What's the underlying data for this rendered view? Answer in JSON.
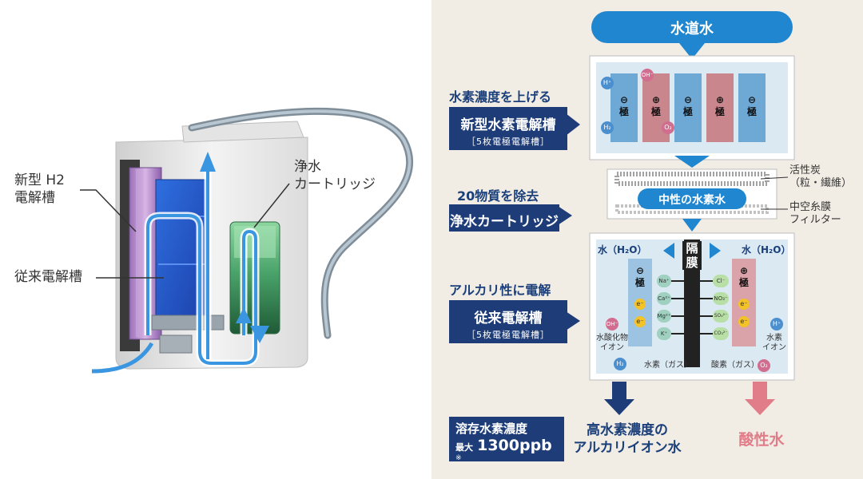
{
  "left": {
    "label_new_cell": "新型 H2\n電解槽",
    "label_old_cell": "従来電解槽",
    "label_cartridge": "浄水\nカートリッジ"
  },
  "right": {
    "tap_water": "水道水",
    "step1": {
      "title": "水素濃度を上げる",
      "box_main": "新型水素電解槽",
      "box_sub": "［5枚電極電解槽］"
    },
    "step2": {
      "title": "20物質を除去",
      "box_main": "浄水カートリッジ"
    },
    "step3": {
      "title": "アルカリ性に電解",
      "box_main": "従来電解槽",
      "box_sub": "［5枚電極電解槽］"
    },
    "electrodes_top": [
      {
        "sign": "⊖",
        "label": "極"
      },
      {
        "sign": "⊕",
        "label": "極"
      },
      {
        "sign": "⊖",
        "label": "極"
      },
      {
        "sign": "⊕",
        "label": "極"
      },
      {
        "sign": "⊖",
        "label": "極"
      }
    ],
    "filter_labels": {
      "carbon": "活性炭\n（粒・繊維）",
      "hollow": "中空糸膜\nフィルター"
    },
    "neutral_water": "中性の水素水",
    "membrane": "隔\n膜",
    "water_left": "水（H₂O）",
    "water_right": "水（H₂O）",
    "minus_electrode": {
      "sign": "⊖",
      "label": "極"
    },
    "plus_electrode": {
      "sign": "⊕",
      "label": "極"
    },
    "hydroxide_ion": "水酸化物\nイオン",
    "hydrogen_ion": "水素\nイオン",
    "hydrogen_gas": "水素（ガス）",
    "oxygen_gas": "酸素（ガス）",
    "ions_left": [
      "Na⁺",
      "Ca²⁺",
      "Mg²⁺",
      "K⁺"
    ],
    "ions_right": [
      "Cl⁻",
      "NO₃⁻",
      "SO₄²⁻",
      "CO₃²⁻"
    ],
    "mol_oh": "OH⁻",
    "mol_h": "H⁺",
    "mol_h2": "H₂",
    "mol_o2": "O₂",
    "mol_e": "e⁻",
    "concentration_label": "溶存水素濃度",
    "concentration_prefix": "最大",
    "concentration_value": "1300ppb",
    "concentration_note": "※",
    "alkaline_water": "高水素濃度の\nアルカリイオン水",
    "acid_water": "酸性水"
  },
  "colors": {
    "navy": "#1e3d78",
    "blue": "#1f86cf",
    "light_blue": "#2aa3df",
    "pink": "#e07d88",
    "panel_bg": "#f1ede5"
  }
}
